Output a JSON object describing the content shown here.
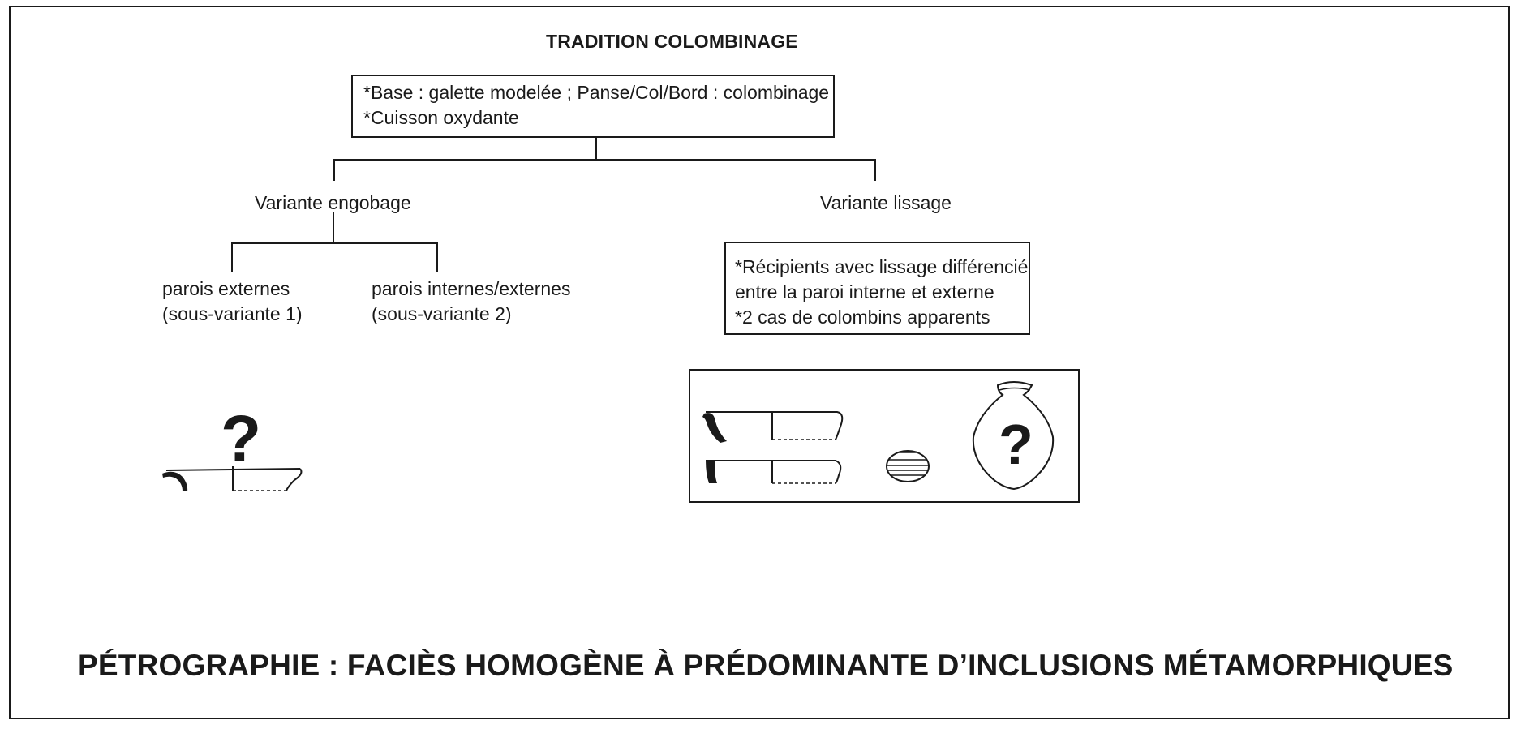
{
  "header": {
    "title": "TRADITION COLOMBINAGE"
  },
  "root_box": {
    "line1": "*Base : galette modelée ; Panse/Col/Bord : colombinage",
    "line2": "*Cuisson oxydante"
  },
  "variant_left": {
    "label": "Variante engobage",
    "sub1": {
      "line1": "parois externes",
      "line2": "(sous-variante 1)"
    },
    "sub2": {
      "line1": "parois internes/externes",
      "line2": "(sous-variante 2)"
    },
    "unknown_mark": "?"
  },
  "variant_right": {
    "label": "Variante lissage",
    "box": {
      "line1": "*Récipients avec lissage différencié",
      "line2": "entre la paroi interne et externe",
      "line3": "*2 cas de colombins apparents"
    },
    "unknown_mark": "?"
  },
  "footer": {
    "text": "PÉTROGRAPHIE : FACIÈS HOMOGÈNE  À PRÉDOMINANTE D’INCLUSIONS MÉTAMORPHIQUES"
  },
  "colors": {
    "ink": "#1a1a1a",
    "background": "#ffffff"
  },
  "icons": [
    "bowl-profile-icon",
    "jar-profile-icon",
    "small-pot-icon",
    "vase-icon",
    "question-mark-icon"
  ]
}
